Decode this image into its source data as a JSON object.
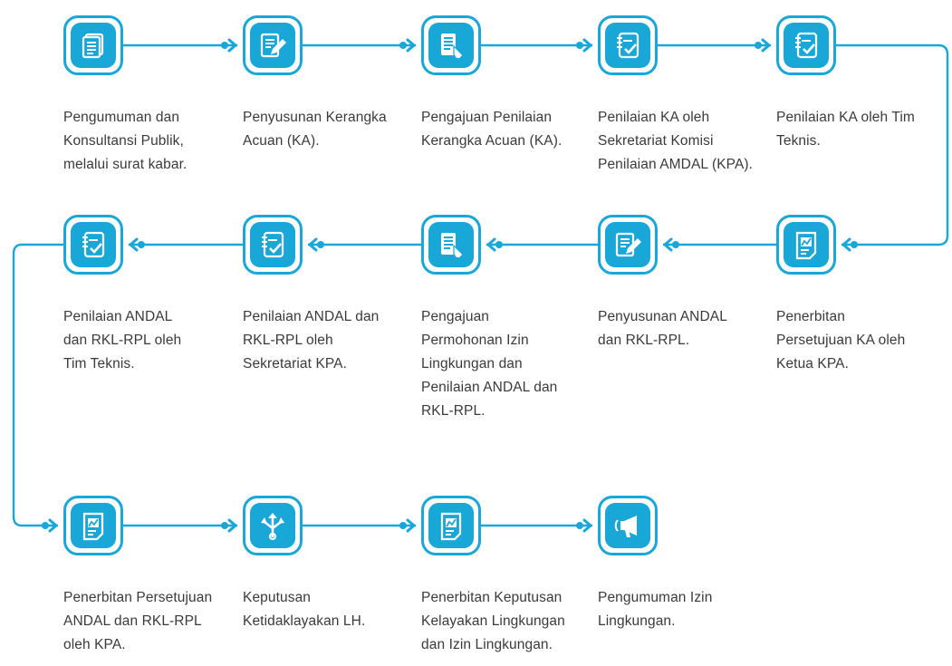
{
  "colors": {
    "accent": "#19a7d8",
    "text": "#3a3a3a",
    "background": "#ffffff"
  },
  "steps": [
    {
      "icon": "document-stack-icon",
      "lines": [
        "Pengumuman dan",
        "Konsultansi Publik,",
        "melalui surat kabar."
      ]
    },
    {
      "icon": "document-pencil-icon",
      "lines": [
        "Penyusunan Kerangka",
        "Acuan (KA)."
      ]
    },
    {
      "icon": "document-submit-icon",
      "lines": [
        "Pengajuan Penilaian",
        "Kerangka Acuan (KA)."
      ]
    },
    {
      "icon": "notebook-check-icon",
      "lines": [
        "Penilaian KA oleh",
        "Sekretariat Komisi",
        "Penilaian AMDAL (KPA)."
      ]
    },
    {
      "icon": "notebook-check-icon",
      "lines": [
        "Penilaian KA oleh Tim",
        "Teknis."
      ]
    },
    {
      "icon": "report-chart-icon",
      "lines": [
        "Penerbitan",
        "Persetujuan KA oleh",
        "Ketua KPA."
      ]
    },
    {
      "icon": "document-pencil-icon",
      "lines": [
        "Penyusunan ANDAL",
        "dan RKL-RPL."
      ]
    },
    {
      "icon": "document-submit-icon",
      "lines": [
        "Pengajuan",
        "Permohonan Izin",
        "Lingkungan dan",
        "Penilaian ANDAL dan",
        "RKL-RPL."
      ]
    },
    {
      "icon": "notebook-check-icon",
      "lines": [
        "Penilaian ANDAL dan",
        "RKL-RPL oleh",
        "Sekretariat KPA."
      ]
    },
    {
      "icon": "notebook-check-icon",
      "lines": [
        "Penilaian ANDAL",
        "dan RKL-RPL oleh",
        "Tim Teknis."
      ]
    },
    {
      "icon": "report-chart-icon",
      "lines": [
        "Penerbitan Persetujuan",
        "ANDAL dan RKL-RPL",
        "oleh KPA."
      ]
    },
    {
      "icon": "decision-arrows-icon",
      "lines": [
        "Keputusan",
        "Ketidaklayakan LH."
      ]
    },
    {
      "icon": "report-chart-icon",
      "lines": [
        "Penerbitan Keputusan",
        "Kelayakan Lingkungan",
        "dan Izin Lingkungan."
      ]
    },
    {
      "icon": "megaphone-icon",
      "lines": [
        "Pengumuman Izin",
        "Lingkungan."
      ]
    }
  ]
}
